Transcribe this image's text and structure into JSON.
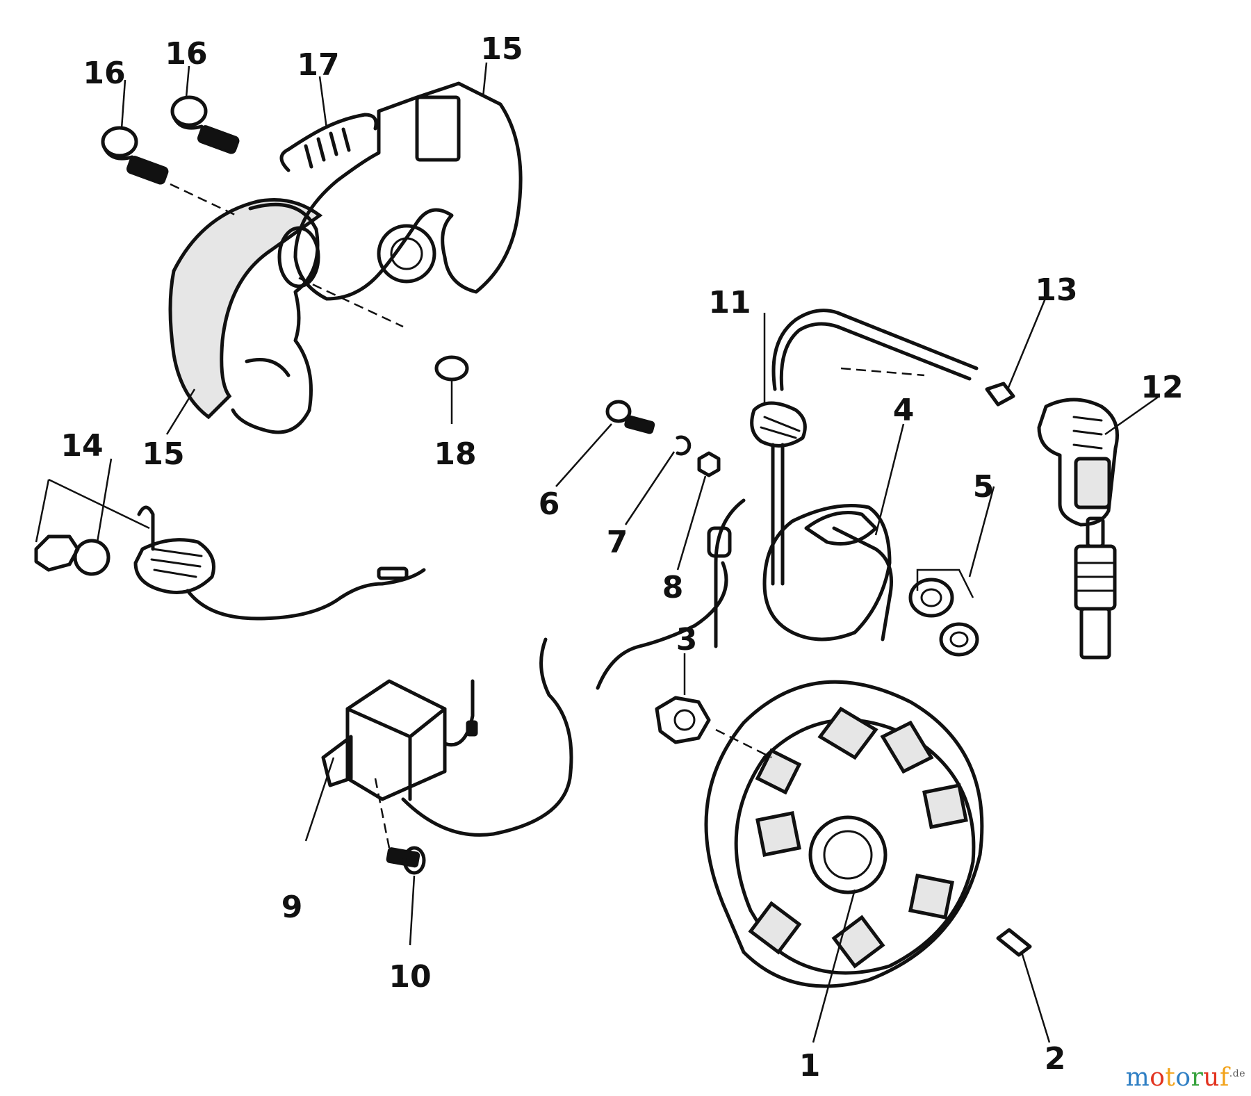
{
  "diagram": {
    "callouts": [
      "1",
      "2",
      "3",
      "4",
      "5",
      "6",
      "7",
      "8",
      "9",
      "10",
      "11",
      "12",
      "13",
      "14",
      "15",
      "15",
      "16",
      "16",
      "17",
      "18"
    ]
  },
  "watermark": {
    "parts": [
      "m",
      "o",
      "t",
      "o",
      "r",
      "u",
      "f"
    ],
    "suffix": ".de",
    "colors": [
      "#2f7fc4",
      "#e2331f",
      "#f2a31b",
      "#2f7fc4",
      "#36a23c",
      "#e2331f",
      "#f2a31b"
    ]
  }
}
